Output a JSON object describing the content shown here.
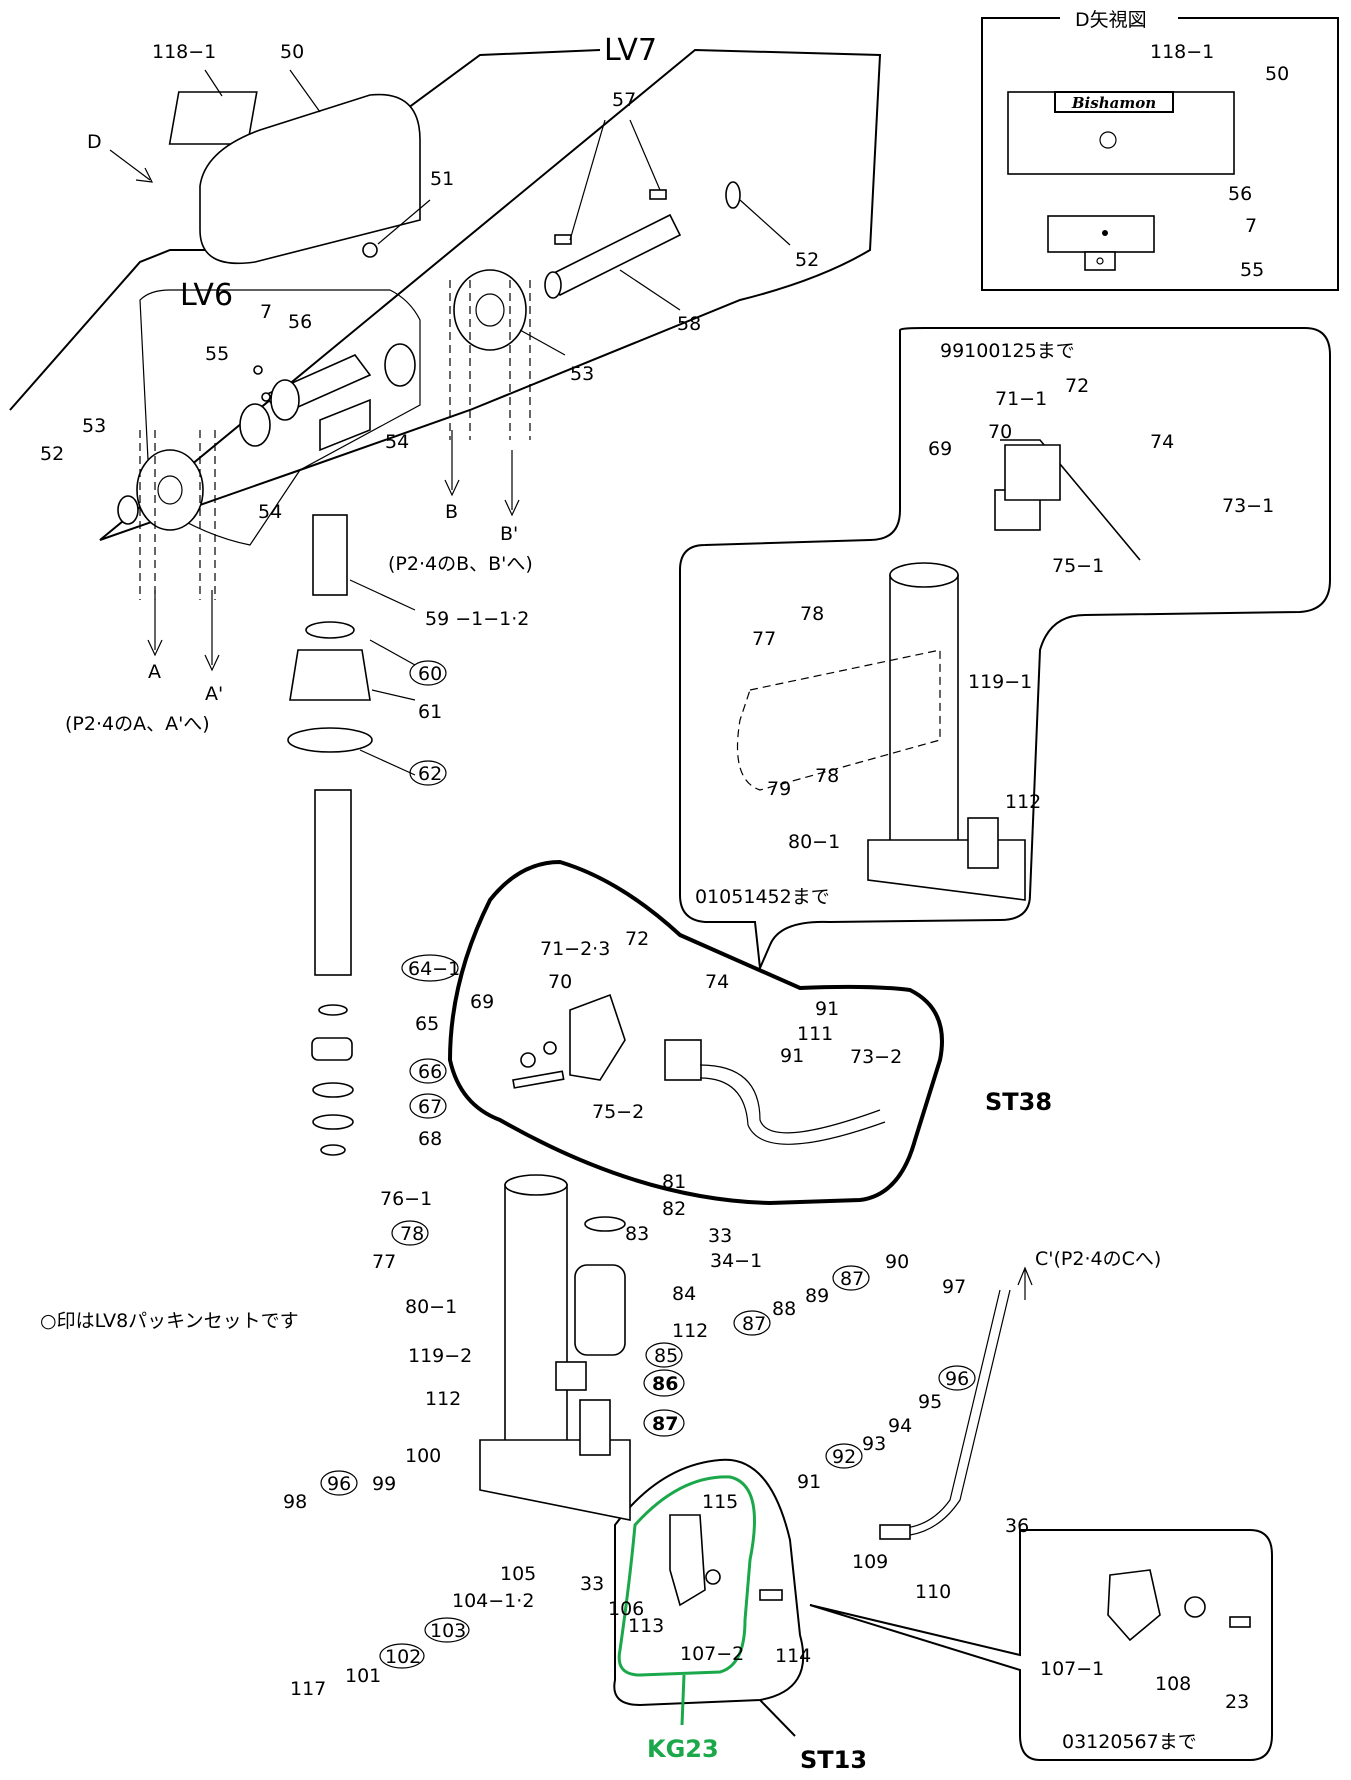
{
  "view_d": {
    "title": "D矢視図",
    "plate_text": "Bishamon"
  },
  "groups": {
    "lv7": "LV7",
    "lv6": "LV6",
    "until_99100125": "99100125まで",
    "until_01051452": "01051452まで",
    "until_03120567": "03120567まで",
    "st38": "ST38",
    "st13": "ST13",
    "kg23": "KG23"
  },
  "notes": {
    "packing_set": "○印はLV8パッキンセットです",
    "ref_a": "(P2·4のA、A'へ)",
    "ref_b": "(P2·4のB、B'へ)",
    "ref_c": "C'(P2·4のCへ)"
  },
  "arrows": {
    "D": "D",
    "A": "A",
    "A2": "A'",
    "B": "B",
    "B2": "B'"
  },
  "labels": {
    "l118_1a": "118−1",
    "l50a": "50",
    "l51": "51",
    "l57": "57",
    "l52a": "52",
    "l58": "58",
    "l53a": "53",
    "l7a": "7",
    "l55a": "55",
    "l56a": "56",
    "l54a": "54",
    "l54b": "54",
    "l53b": "53",
    "l52b": "52",
    "l59": "59 −1−1·2",
    "l60": "60",
    "l61": "61",
    "l62": "62",
    "l64": "64−1",
    "l65": "65",
    "l66": "66",
    "l67": "67",
    "l68": "68",
    "l118_1b": "118−1",
    "l50b": "50",
    "l56b": "56",
    "l7b": "7",
    "l55b": "55",
    "l72a": "72",
    "l71_1": "71−1",
    "l70a": "70",
    "l74a": "74",
    "l69a": "69",
    "l73_1": "73−1",
    "l75_1": "75−1",
    "l78a": "78",
    "l77a": "77",
    "l119_1": "119−1",
    "l79": "79",
    "l78b": "78",
    "l112a": "112",
    "l80_1a": "80−1",
    "l71_2": "71−2·3",
    "l72b": "72",
    "l70b": "70",
    "l74b": "74",
    "l91a": "91",
    "l69b": "69",
    "l111": "111",
    "l91b": "91",
    "l73_2": "73−2",
    "l75_2": "75−2",
    "l81": "81",
    "l76_1": "76−1",
    "l82": "82",
    "l83": "83",
    "l33a": "33",
    "l78c": "78",
    "l34_1": "34−1",
    "l77b": "77",
    "l84": "84",
    "l80_1b": "80−1",
    "l112b": "112",
    "l119_2": "119−2",
    "l85": "85",
    "l86": "86",
    "l87a": "87",
    "l112c": "112",
    "l88": "88",
    "l89": "89",
    "l87b": "87",
    "l87c": "87",
    "l90": "90",
    "l97": "97",
    "l96a": "96",
    "l95": "95",
    "l94": "94",
    "l93": "93",
    "l92": "92",
    "l91c": "91",
    "l98": "98",
    "l96b": "96",
    "l99": "99",
    "l100": "100",
    "l115": "115",
    "l105": "105",
    "l104": "104−1·2",
    "l33b": "33",
    "l106": "106",
    "l113": "113",
    "l107_2": "107−2",
    "l114": "114",
    "l117": "117",
    "l101": "101",
    "l102": "102",
    "l103": "103",
    "l109": "109",
    "l110": "110",
    "l36": "36",
    "l107_1": "107−1",
    "l108": "108",
    "l23": "23"
  }
}
